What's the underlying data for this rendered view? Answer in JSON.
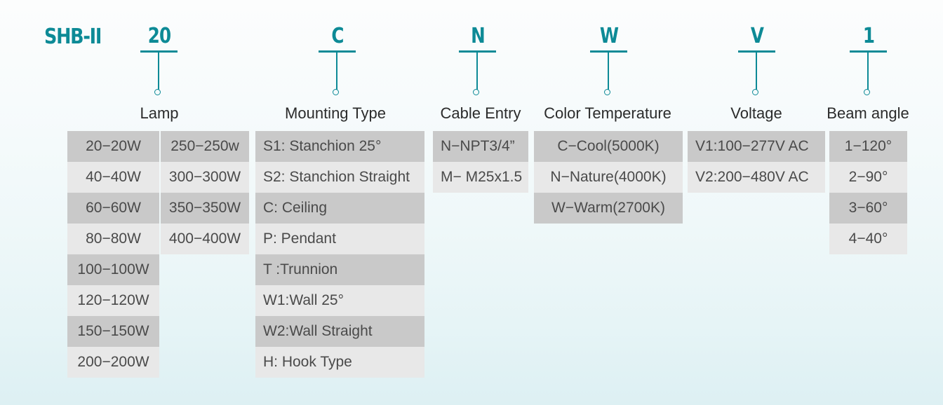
{
  "model": {
    "name": "SHB-II"
  },
  "code_sequence": [
    {
      "code": "20",
      "category": "Lamp"
    },
    {
      "code": "C",
      "category": "Mounting Type"
    },
    {
      "code": "N",
      "category": "Cable Entry"
    },
    {
      "code": "W",
      "category": "Color Temperature"
    },
    {
      "code": "V",
      "category": "Voltage"
    },
    {
      "code": "1",
      "category": "Beam angle"
    }
  ],
  "columns": {
    "lamp": {
      "label": "Lamp",
      "code": "20",
      "sub_columns": [
        {
          "options": [
            "20−20W",
            "40−40W",
            "60−60W",
            "80−80W",
            "100−100W",
            "120−120W",
            "150−150W",
            "200−200W"
          ]
        },
        {
          "options": [
            "250−250w",
            "300−300W",
            "350−350W",
            "400−400W"
          ]
        }
      ]
    },
    "mounting_type": {
      "label": "Mounting Type",
      "code": "C",
      "options": [
        "S1: Stanchion  25°",
        "S2: Stanchion Straight",
        "C: Ceiling",
        "P: Pendant",
        "T :Trunnion",
        "W1:Wall 25°",
        "W2:Wall Straight",
        "H: Hook Type"
      ]
    },
    "cable_entry": {
      "label": "Cable Entry",
      "code": "N",
      "options": [
        "N−NPT3/4”",
        "M− M25x1.5"
      ]
    },
    "color_temperature": {
      "label": "Color Temperature",
      "code": "W",
      "options": [
        "C−Cool(5000K)",
        "N−Nature(4000K)",
        "W−Warm(2700K)"
      ]
    },
    "voltage": {
      "label": "Voltage",
      "code": "V",
      "options": [
        "V1:100−277V AC",
        "V2:200−480V AC"
      ]
    },
    "beam_angle": {
      "label": "Beam angle",
      "code": "1",
      "options": [
        "1−120°",
        "2−90°",
        "3−60°",
        "4−40°"
      ]
    }
  },
  "colors": {
    "accent": "#0d8a96",
    "row_dark": "#c9c9c9",
    "row_light": "#e8e8e8",
    "text": "#4a4a4a"
  }
}
